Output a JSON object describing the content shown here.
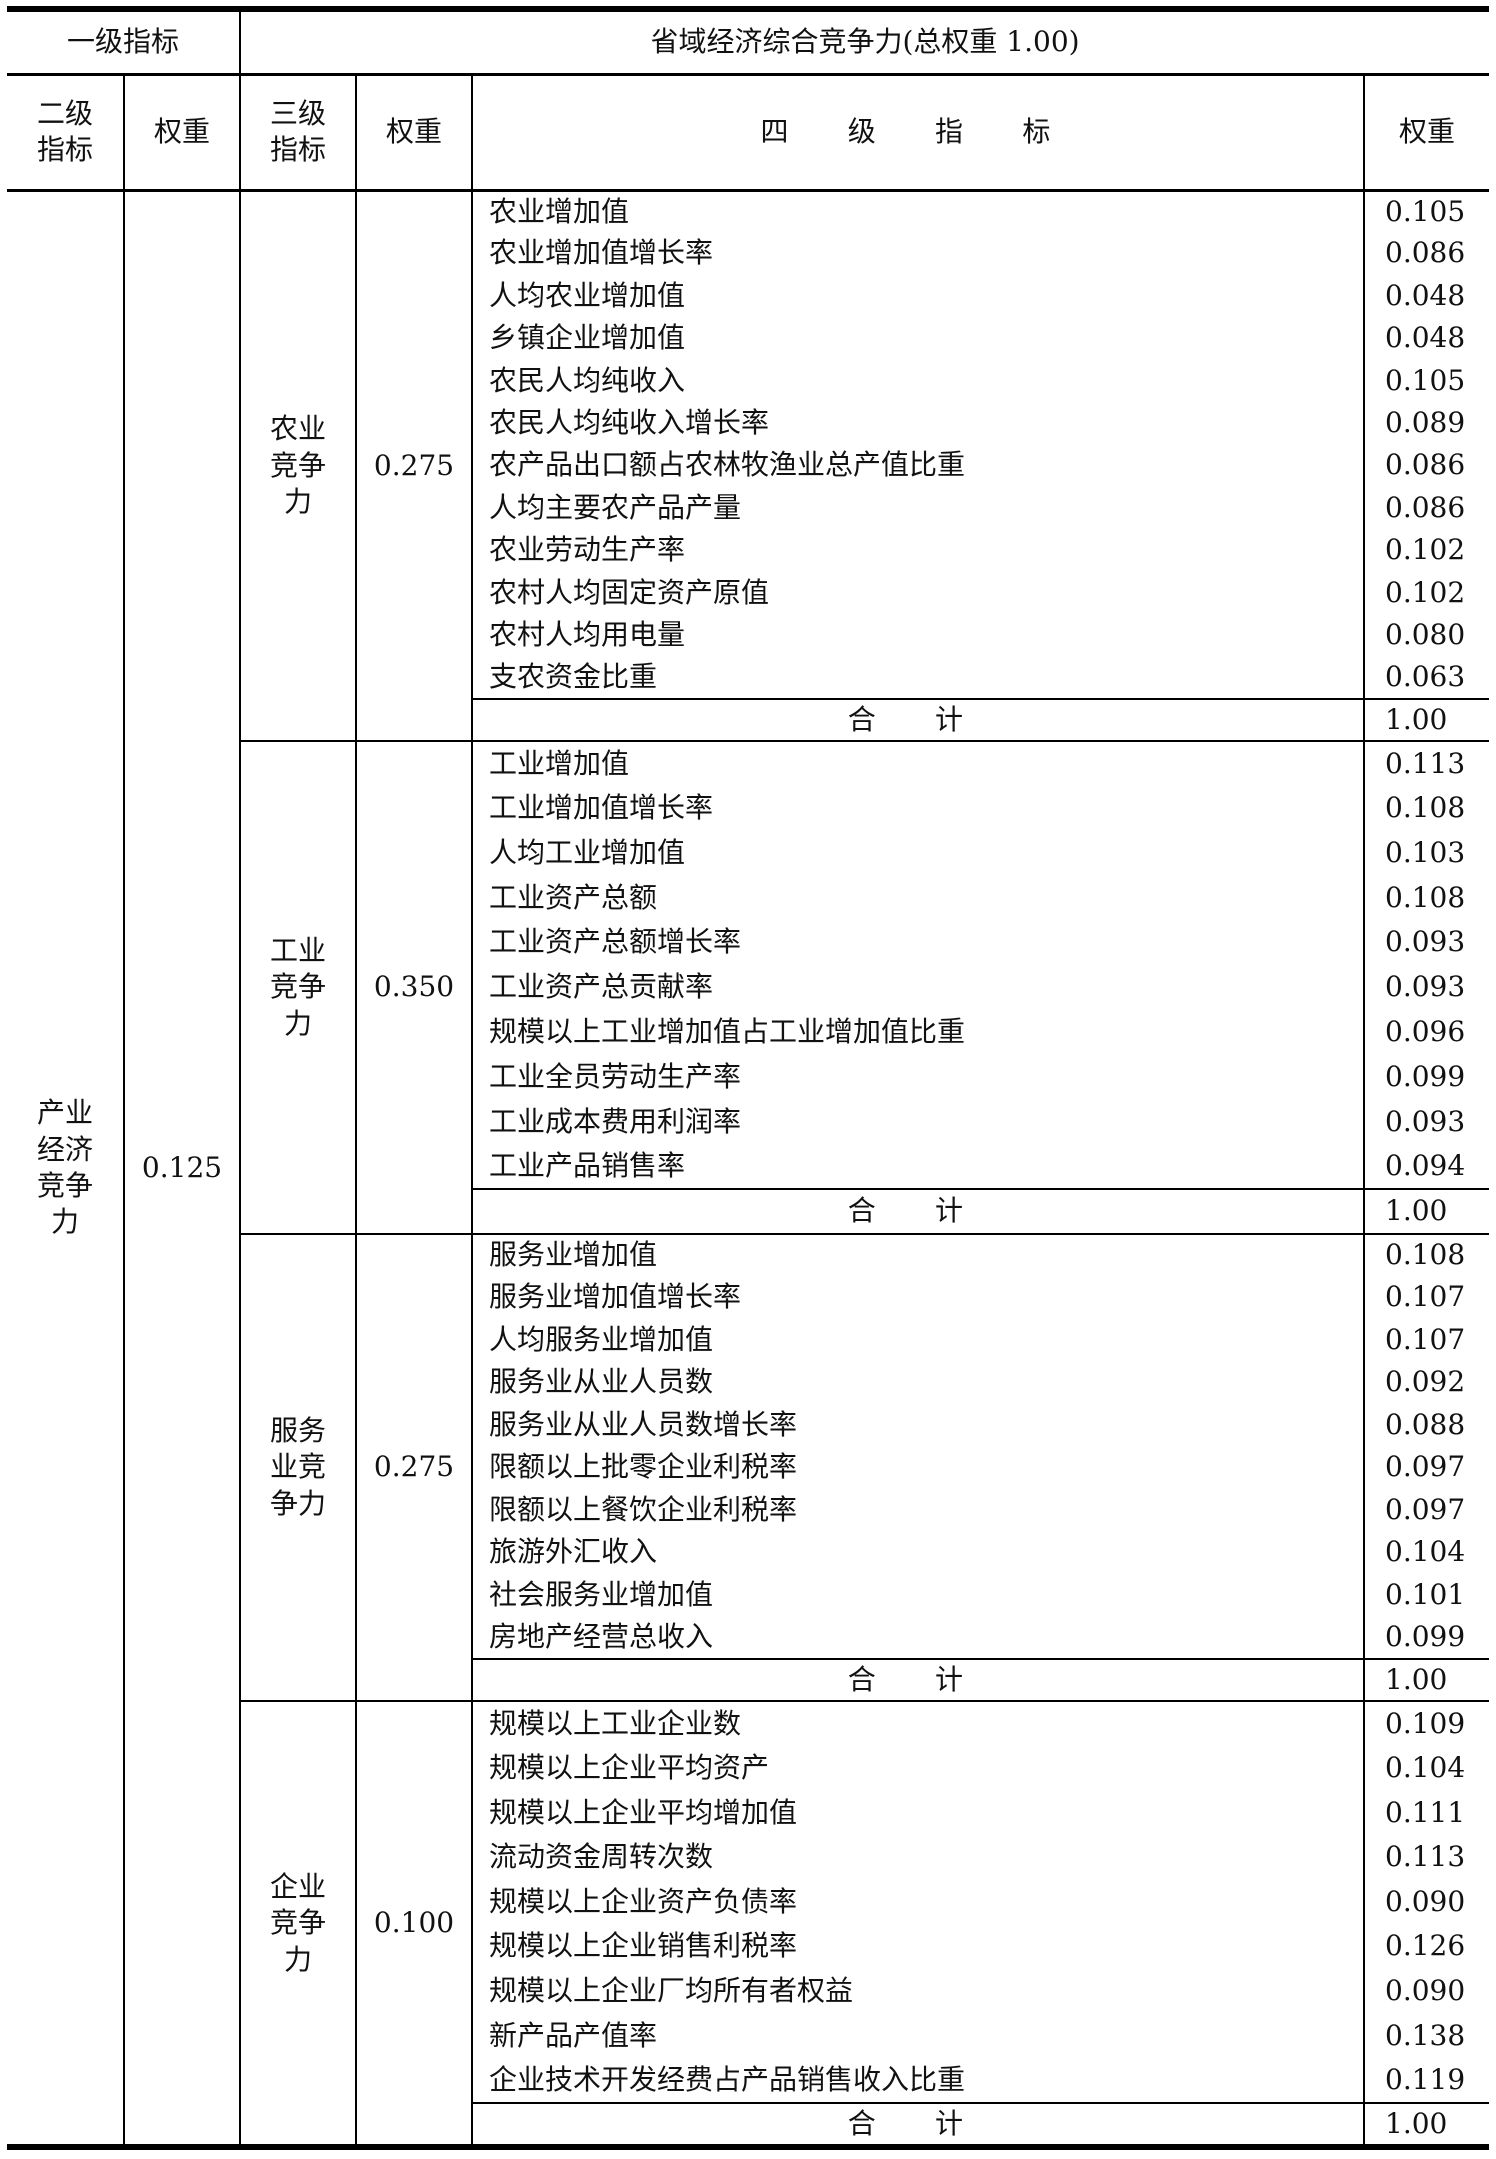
{
  "header": {
    "level1_label": "一级指标",
    "level1_title": "省域经济综合竞争力(总权重 1.00)",
    "level2_label": "二级指标",
    "weight_label": "权重",
    "level3_label": "三级指标",
    "level4_label": "四 级 指 标"
  },
  "level2": {
    "name": "产业经济竞争力",
    "weight": "0.125"
  },
  "total_label": "合 计",
  "groups": [
    {
      "name": "农业竞争力",
      "weight": "0.275",
      "total": "1.00",
      "items": [
        {
          "name": "农业增加值",
          "weight": "0.105"
        },
        {
          "name": "农业增加值增长率",
          "weight": "0.086"
        },
        {
          "name": "人均农业增加值",
          "weight": "0.048"
        },
        {
          "name": "乡镇企业增加值",
          "weight": "0.048"
        },
        {
          "name": "农民人均纯收入",
          "weight": "0.105"
        },
        {
          "name": "农民人均纯收入增长率",
          "weight": "0.089"
        },
        {
          "name": "农产品出口额占农林牧渔业总产值比重",
          "weight": "0.086"
        },
        {
          "name": "人均主要农产品产量",
          "weight": "0.086"
        },
        {
          "name": "农业劳动生产率",
          "weight": "0.102"
        },
        {
          "name": "农村人均固定资产原值",
          "weight": "0.102"
        },
        {
          "name": "农村人均用电量",
          "weight": "0.080"
        },
        {
          "name": "支农资金比重",
          "weight": "0.063"
        }
      ]
    },
    {
      "name": "工业竞争力",
      "weight": "0.350",
      "total": "1.00",
      "items": [
        {
          "name": "工业增加值",
          "weight": "0.113"
        },
        {
          "name": "工业增加值增长率",
          "weight": "0.108"
        },
        {
          "name": "人均工业增加值",
          "weight": "0.103"
        },
        {
          "name": "工业资产总额",
          "weight": "0.108"
        },
        {
          "name": "工业资产总额增长率",
          "weight": "0.093"
        },
        {
          "name": "工业资产总贡献率",
          "weight": "0.093"
        },
        {
          "name": "规模以上工业增加值占工业增加值比重",
          "weight": "0.096"
        },
        {
          "name": "工业全员劳动生产率",
          "weight": "0.099"
        },
        {
          "name": "工业成本费用利润率",
          "weight": "0.093"
        },
        {
          "name": "工业产品销售率",
          "weight": "0.094"
        }
      ]
    },
    {
      "name": "服务业竞争力",
      "weight": "0.275",
      "total": "1.00",
      "items": [
        {
          "name": "服务业增加值",
          "weight": "0.108"
        },
        {
          "name": "服务业增加值增长率",
          "weight": "0.107"
        },
        {
          "name": "人均服务业增加值",
          "weight": "0.107"
        },
        {
          "name": "服务业从业人员数",
          "weight": "0.092"
        },
        {
          "name": "服务业从业人员数增长率",
          "weight": "0.088"
        },
        {
          "name": "限额以上批零企业利税率",
          "weight": "0.097"
        },
        {
          "name": "限额以上餐饮企业利税率",
          "weight": "0.097"
        },
        {
          "name": "旅游外汇收入",
          "weight": "0.104"
        },
        {
          "name": "社会服务业增加值",
          "weight": "0.101"
        },
        {
          "name": "房地产经营总收入",
          "weight": "0.099"
        }
      ]
    },
    {
      "name": "企业竞争力",
      "weight": "0.100",
      "total": "1.00",
      "items": [
        {
          "name": "规模以上工业企业数",
          "weight": "0.109"
        },
        {
          "name": "规模以上企业平均资产",
          "weight": "0.104"
        },
        {
          "name": "规模以上企业平均增加值",
          "weight": "0.111"
        },
        {
          "name": "流动资金周转次数",
          "weight": "0.113"
        },
        {
          "name": "规模以上企业资产负债率",
          "weight": "0.090"
        },
        {
          "name": "规模以上企业销售利税率",
          "weight": "0.126"
        },
        {
          "name": "规模以上企业厂均所有者权益",
          "weight": "0.090"
        },
        {
          "name": "新产品产值率",
          "weight": "0.138"
        },
        {
          "name": "企业技术开发经费占产品销售收入比重",
          "weight": "0.119"
        }
      ]
    }
  ]
}
